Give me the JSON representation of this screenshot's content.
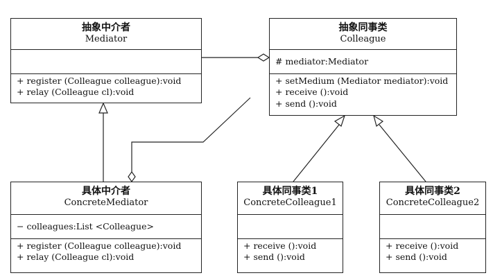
{
  "classes": {
    "mediator": {
      "title_cn": "抽象中介者",
      "title_en": "Mediator",
      "attributes": [],
      "methods": [
        "+ register (Colleague colleague):void",
        "+ relay (Colleague cl):void"
      ]
    },
    "colleague": {
      "title_cn": "抽象同事类",
      "title_en": "Colleague",
      "attributes": [
        "# mediator:Mediator"
      ],
      "methods": [
        "+ setMedium (Mediator mediator):void",
        "+ receive ():void",
        "+ send ():void"
      ]
    },
    "concrete_mediator": {
      "title_cn": "具体中介者",
      "title_en": "ConcreteMediator",
      "attributes": [
        "− colleagues:List <Colleague>"
      ],
      "methods": [
        "+ register (Colleague colleague):void",
        "+ relay (Colleague cl):void"
      ]
    },
    "concrete_colleague1": {
      "title_cn": "具体同事类1",
      "title_en": "ConcreteColleague1",
      "attributes": [],
      "methods": [
        "+ receive ():void",
        "+ send ():void"
      ]
    },
    "concrete_colleague2": {
      "title_cn": "具体同事类2",
      "title_en": "ConcreteColleague2",
      "attributes": [],
      "methods": [
        "+ receive ():void",
        "+ send ():void"
      ]
    }
  },
  "colors": {
    "line": "#222222",
    "background": "#ffffff"
  }
}
